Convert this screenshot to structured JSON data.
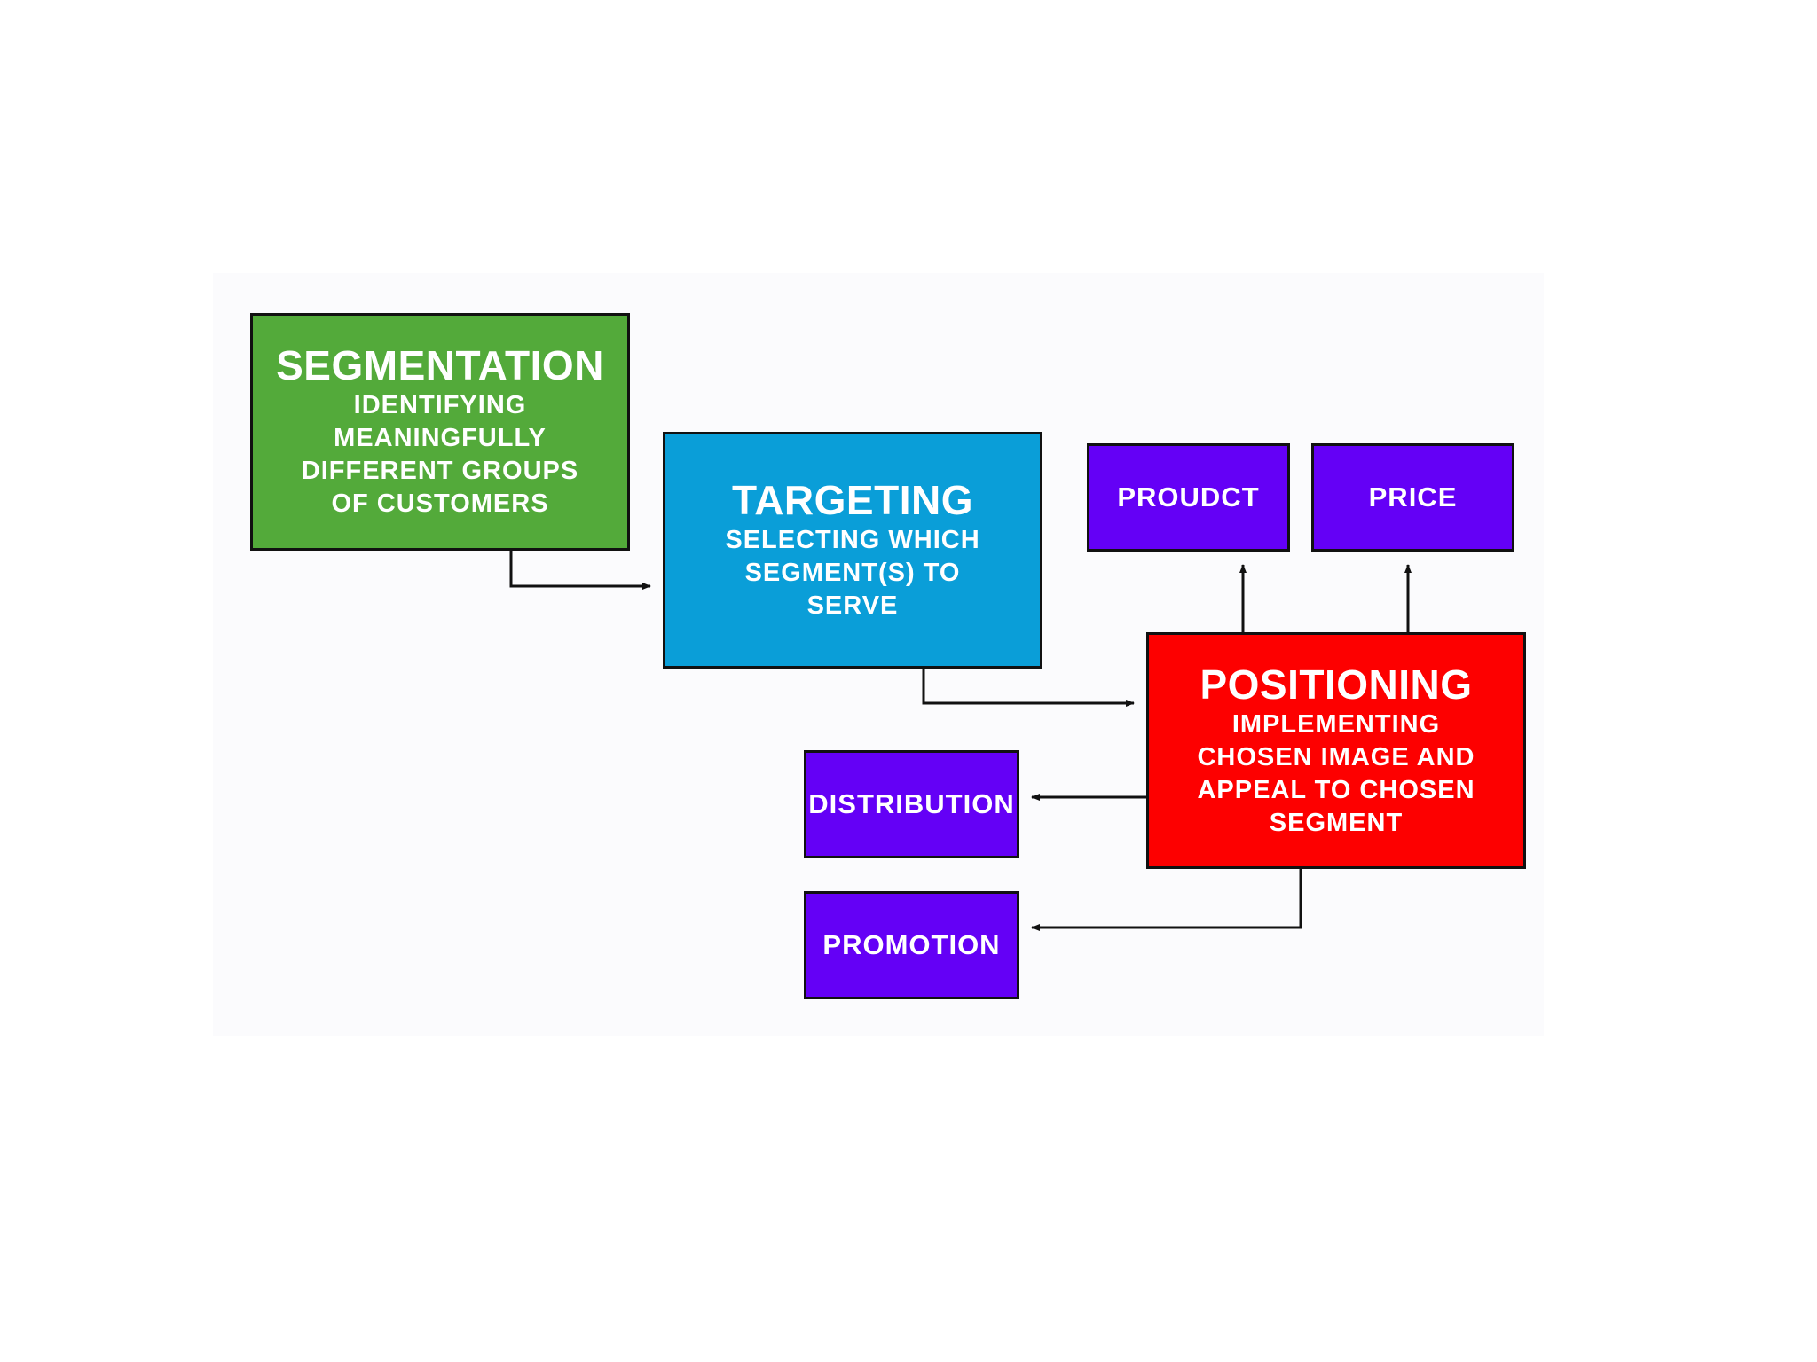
{
  "diagram": {
    "segmentation": {
      "title": "SEGMENTATION",
      "lines": [
        "IDENTIFYING",
        "MEANINGFULLY",
        "DIFFERENT GROUPS",
        "OF CUSTOMERS"
      ]
    },
    "targeting": {
      "title": "TARGETING",
      "lines": [
        "SELECTING WHICH",
        "SEGMENT(S) TO",
        "SERVE"
      ]
    },
    "positioning": {
      "title": "POSITIONING",
      "lines": [
        "IMPLEMENTING",
        "CHOSEN IMAGE AND",
        "APPEAL TO CHOSEN",
        "SEGMENT"
      ]
    },
    "product": {
      "label": "PROUDCT"
    },
    "price": {
      "label": "PRICE"
    },
    "distribution": {
      "label": "DISTRIBUTION"
    },
    "promotion": {
      "label": "PROMOTION"
    }
  },
  "colors": {
    "segmentation": "#53aa3a",
    "targeting": "#0a9ed8",
    "positioning": "#fd0000",
    "marketing_mix": "#6400f6",
    "connector": "#111111"
  },
  "connections": [
    {
      "from": "segmentation",
      "to": "targeting"
    },
    {
      "from": "targeting",
      "to": "positioning"
    },
    {
      "from": "positioning",
      "to": "product"
    },
    {
      "from": "positioning",
      "to": "price"
    },
    {
      "from": "positioning",
      "to": "distribution"
    },
    {
      "from": "positioning",
      "to": "promotion"
    }
  ]
}
